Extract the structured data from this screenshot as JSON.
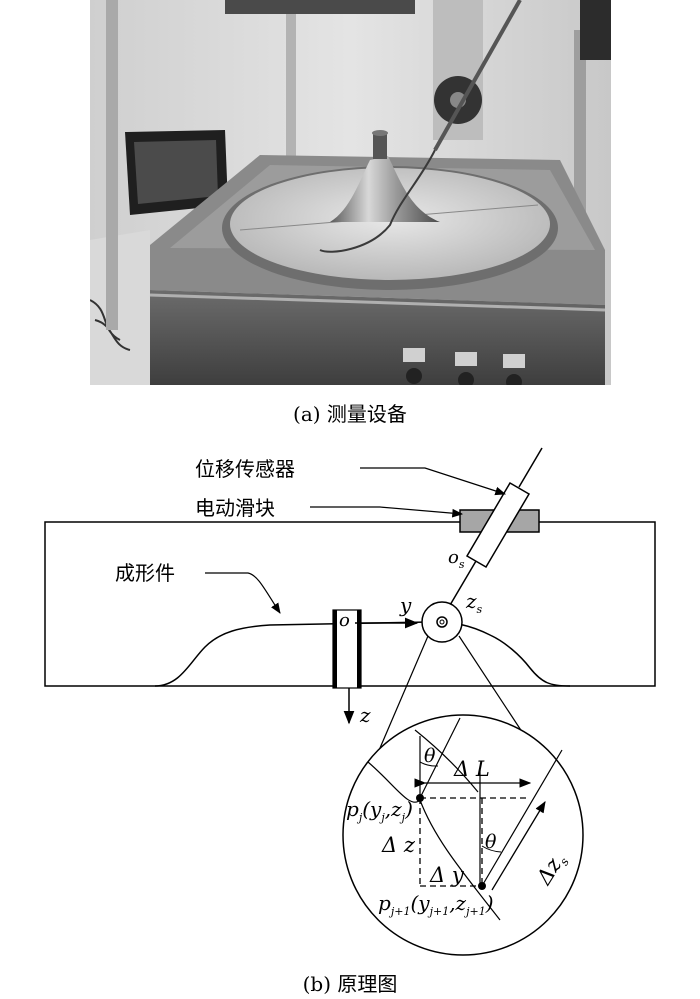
{
  "captions": {
    "a": "(a) 测量设备",
    "b": "(b) 原理图"
  },
  "labels": {
    "sensor": "位移传感器",
    "slider": "电动滑块",
    "part": "成形件"
  },
  "symbols": {
    "os_main": "o",
    "os_sub": "s",
    "zs_main": "z",
    "zs_sub": "s",
    "y_axis": "y",
    "z_axis": "z",
    "origin": "o",
    "theta": "θ",
    "delta_l": "Δ L",
    "delta_z": "Δ z",
    "delta_y": "Δ y",
    "delta_zs_main": "Δz",
    "delta_zs_sub": "s",
    "pj_p": "p",
    "pj_sub": "j",
    "pj_open": "(y",
    "pj_ysub": "j",
    "pj_mid": ",z",
    "pj_zsub": "j",
    "pj_close": ")",
    "pj1_p": "p",
    "pj1_sub": "j+1",
    "pj1_open": "(y",
    "pj1_ysub": "j+1",
    "pj1_mid": ",z",
    "pj1_zsub": "j+1",
    "pj1_close": ")"
  },
  "colors": {
    "slider_fill": "#a6a6a6",
    "ink": "#000000"
  }
}
